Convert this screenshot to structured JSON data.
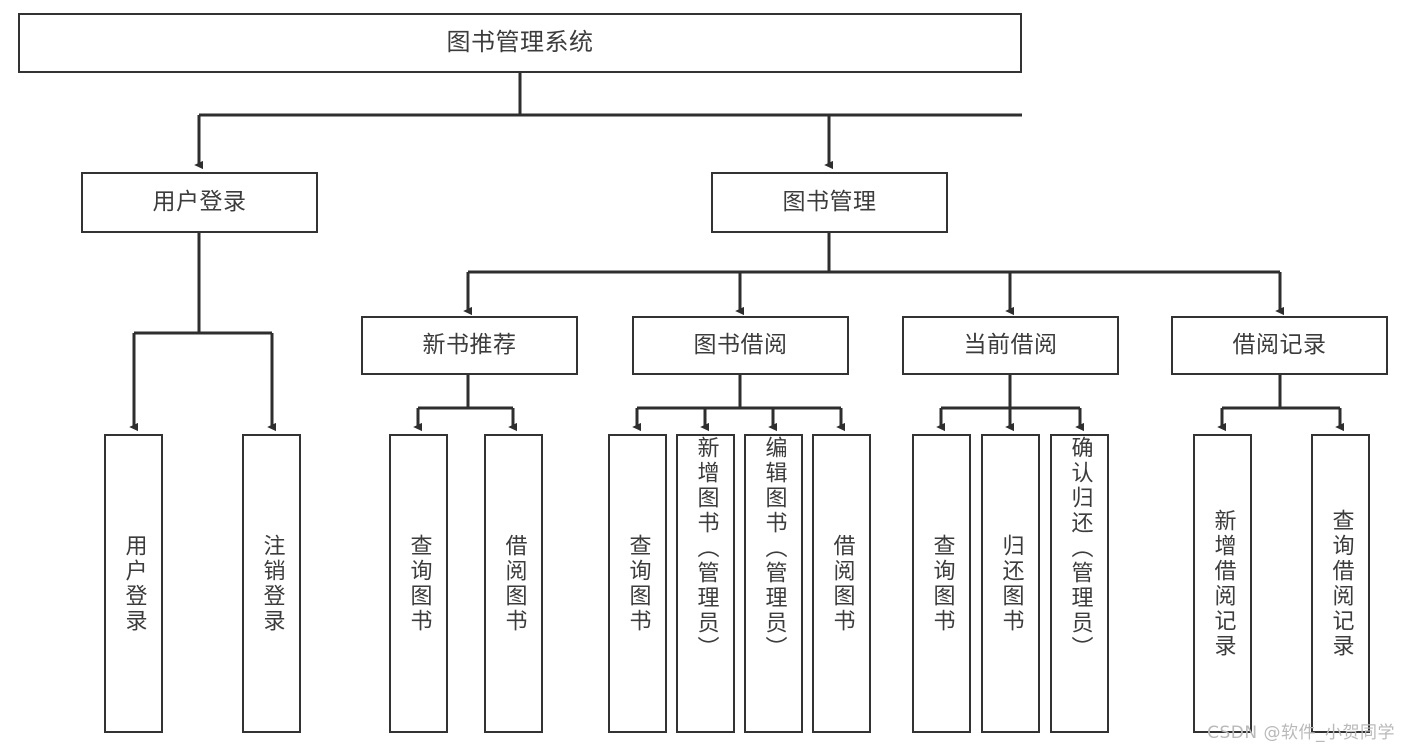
{
  "diagram": {
    "title": "图书管理系统",
    "type": "tree",
    "colors": {
      "background": "#ffffff",
      "node_border": "#333333",
      "node_fill": "#ffffff",
      "text": "#3c3c3c",
      "connector": "#2e2e2e",
      "watermark": "#b9b9b9"
    },
    "root": {
      "label": "图书管理系统"
    },
    "level1": [
      {
        "label": "用户登录"
      },
      {
        "label": "图书管理"
      }
    ],
    "level2": [
      {
        "label": "新书推荐"
      },
      {
        "label": "图书借阅"
      },
      {
        "label": "当前借阅"
      },
      {
        "label": "借阅记录"
      }
    ],
    "leaves": {
      "user_login": [
        {
          "label": "用户登录"
        },
        {
          "label": "注销登录"
        }
      ],
      "new_book_recommend": [
        {
          "label": "查询图书"
        },
        {
          "label": "借阅图书"
        }
      ],
      "book_borrow": [
        {
          "label": "查询图书"
        },
        {
          "label": "新增图书（管理员）"
        },
        {
          "label": "编辑图书（管理员）"
        },
        {
          "label": "借阅图书"
        }
      ],
      "current_borrow": [
        {
          "label": "查询图书"
        },
        {
          "label": "归还图书"
        },
        {
          "label": "确认归还（管理员）"
        }
      ],
      "borrow_record": [
        {
          "label": "新增借阅记录"
        },
        {
          "label": "查询借阅记录"
        }
      ]
    }
  },
  "watermark": {
    "text": "CSDN @软件_小贺同学"
  }
}
